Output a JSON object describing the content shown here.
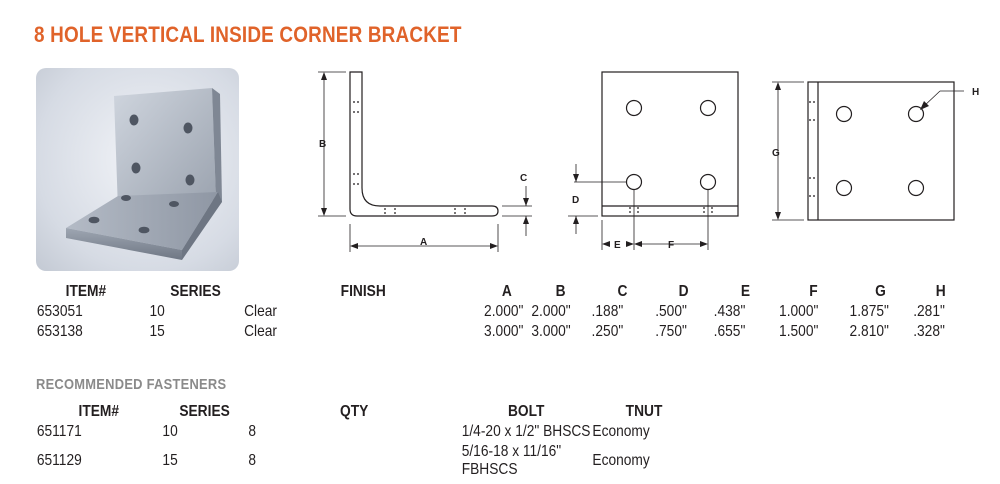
{
  "title": "8 HOLE VERTICAL INSIDE CORNER BRACKET",
  "colors": {
    "title": "#e0632a",
    "text": "#231f20",
    "subheading": "#8a8a8a"
  },
  "diagram_labels": {
    "A": "A",
    "B": "B",
    "C": "C",
    "D": "D",
    "E": "E",
    "F": "F",
    "G": "G",
    "H": "H"
  },
  "specs": {
    "headers": [
      "ITEM#",
      "SERIES",
      "FINISH",
      "A",
      "B",
      "C",
      "D",
      "E",
      "F",
      "G",
      "H"
    ],
    "rows": [
      [
        "653051",
        "10",
        "Clear",
        "2.000\"",
        "2.000\"",
        ".188\"",
        ".500\"",
        ".438\"",
        "1.000\"",
        "1.875\"",
        ".281\""
      ],
      [
        "653138",
        "15",
        "Clear",
        "3.000\"",
        "3.000\"",
        ".250\"",
        ".750\"",
        ".655\"",
        "1.500\"",
        "2.810\"",
        ".328\""
      ]
    ]
  },
  "fasteners": {
    "title": "RECOMMENDED FASTENERS",
    "headers": [
      "ITEM#",
      "SERIES",
      "QTY",
      "BOLT",
      "TNUT"
    ],
    "rows": [
      [
        "651171",
        "10",
        "8",
        "1/4-20 x 1/2\" BHSCS",
        "Economy"
      ],
      [
        "651129",
        "15",
        "8",
        "5/16-18 x 11/16\" FBHSCS",
        "Economy"
      ]
    ]
  }
}
